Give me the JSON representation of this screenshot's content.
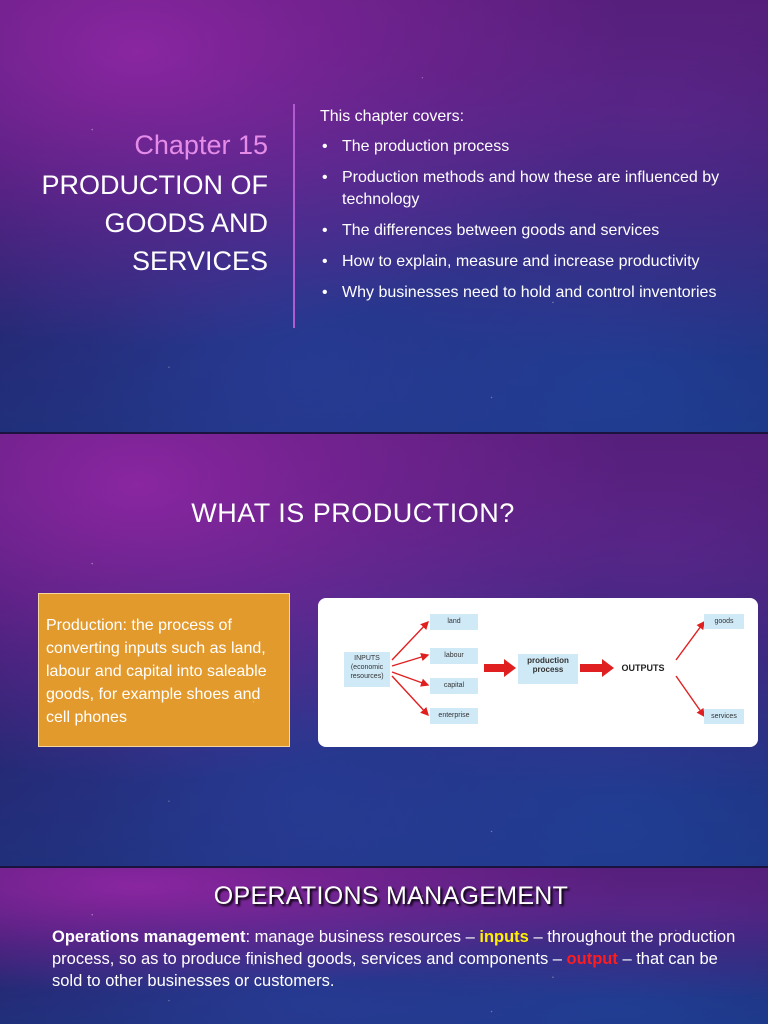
{
  "slide1": {
    "chapter_number": "Chapter 15",
    "title_lines": [
      "PRODUCTION OF",
      "GOODS AND",
      "SERVICES"
    ],
    "intro": "This chapter covers:",
    "bullet_glyph": "•",
    "bullets": [
      "The production process",
      "Production methods and how these are influenced by technology",
      "The differences between goods and services",
      "How to explain, measure and increase productivity",
      "Why businesses need to hold and control inventories"
    ]
  },
  "slide2": {
    "title": "WHAT IS PRODUCTION?",
    "definition": "Production: the process of converting inputs such as land, labour and capital into saleable goods, for example shoes and cell phones",
    "diagram": {
      "inputs": "INPUTS (economic resources)",
      "resources": [
        "land",
        "labour",
        "capital",
        "enterprise"
      ],
      "process": "production process",
      "outputs_label": "OUTPUTS",
      "outputs": [
        "goods",
        "services"
      ],
      "arrow_color": "#e02020",
      "box_color": "#cfe9f7"
    }
  },
  "slide3": {
    "title": "OPERATIONS MANAGEMENT",
    "term": "Operations management",
    "part1": ": manage business resources – ",
    "inputs_word": "inputs",
    "part2": " – throughout the production process, so as to produce finished goods, services and components – ",
    "output_word": "output",
    "part3": " – that can be sold to other businesses or customers."
  }
}
